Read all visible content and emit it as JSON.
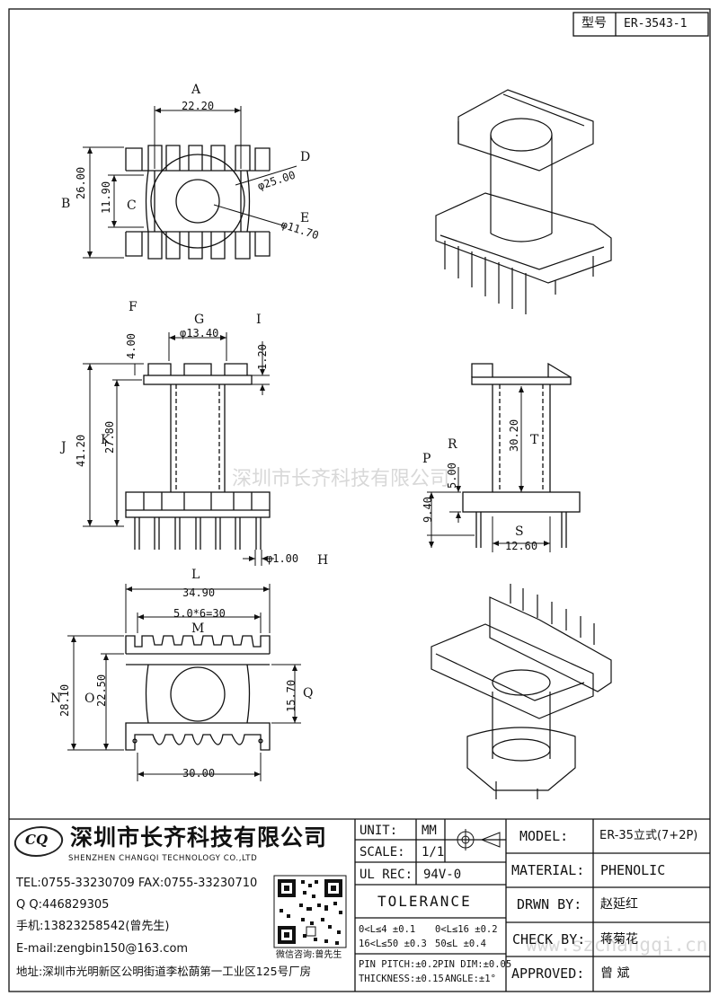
{
  "model_box": {
    "label": "型号",
    "value": "ER-3543-1"
  },
  "views": {
    "top": {
      "A": "A",
      "A_dim": "22.20",
      "B": "B",
      "B_dim": "26.00",
      "C": "C",
      "C_dim": "11.90",
      "D": "D",
      "D_dim": "φ25.00",
      "E": "E",
      "E_dim": "φ11.70"
    },
    "front": {
      "F": "F",
      "F_dim": "4.00",
      "G": "G",
      "G_dim": "φ13.40",
      "I": "I",
      "I_dim": "1.20",
      "J": "J",
      "J_dim": "41.20",
      "K": "K",
      "K_dim": "27.80",
      "H": "H",
      "H_dim": "φ1.00"
    },
    "side": {
      "P": "P",
      "P_dim": "9.40",
      "R": "R",
      "R_dim": "5.00",
      "T": "T",
      "T_dim": "30.20",
      "S": "S",
      "S_dim": "12.60"
    },
    "bottom": {
      "L": "L",
      "L_dim": "34.90",
      "M": "M",
      "M_dim": "5.0*6=30",
      "N": "N",
      "N_dim": "28.10",
      "O": "O",
      "O_dim": "22.50",
      "Q": "Q",
      "Q_dim": "15.70",
      "bottom_dim": "30.00"
    }
  },
  "watermark": {
    "center": "深圳市长齐科技有限公司",
    "corner": "www.szchangqi.cn"
  },
  "company": {
    "name_cn": "深圳市长齐科技有限公司",
    "name_en": "SHENZHEN CHANGQI TECHNOLOGY CO.,LTD",
    "logo_text": "CQ",
    "tel": "TEL:0755-33230709 FAX:0755-33230710",
    "qq": "Q Q:446829305",
    "mobile": "手机:13823258542(曾先生)",
    "email": "E-mail:zengbin150@163.com",
    "address": "地址:深圳市光明新区公明街道李松蓢第一工业区125号厂房",
    "qr_caption": "微信咨询:曾先生"
  },
  "spec": {
    "unit_label": "UNIT:",
    "unit_value": "MM",
    "scale_label": "SCALE:",
    "scale_value": "1/1",
    "ul_label": "UL REC:",
    "ul_value": "94V-0",
    "tolerance_title": "TOLERANCE",
    "tol1": "0<L≤4    ±0.1",
    "tol2": "0<L≤16  ±0.2",
    "tol3": "16<L≤50 ±0.3",
    "tol4": "50≤L    ±0.4",
    "pin_pitch": "PIN PITCH:±0.2",
    "pin_dim": "PIN DIM:±0.05",
    "thickness": "THICKNESS:±0.15",
    "angle": "ANGLE:±1°"
  },
  "titleblock": {
    "model_label": "MODEL:",
    "model_value": "ER-35立式(7+2P)",
    "material_label": "MATERIAL:",
    "material_value": "PHENOLIC",
    "drawn_label": "DRWN BY:",
    "drawn_value": "赵延红",
    "check_label": "CHECK BY:",
    "check_value": "蒋菊花",
    "approved_label": "APPROVED:",
    "approved_value": "曾  斌"
  }
}
